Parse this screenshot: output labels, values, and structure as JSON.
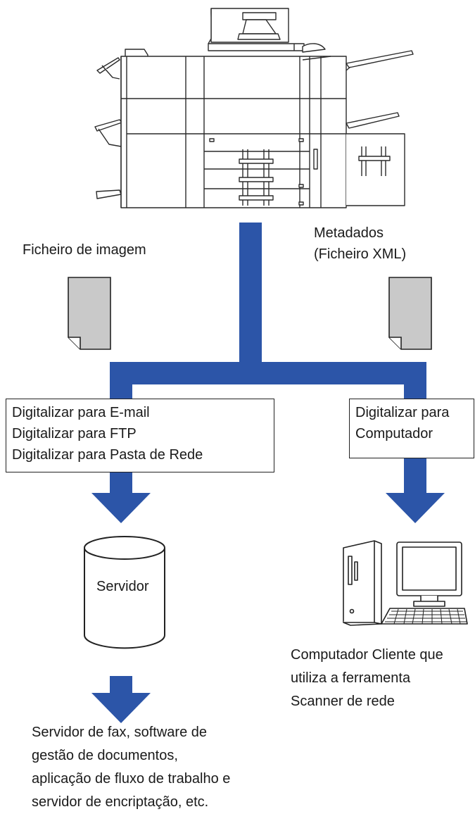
{
  "labels": {
    "image_file": "Ficheiro de imagem",
    "metadata_line1": "Metadados",
    "metadata_line2": "(Ficheiro XML)",
    "server": "Servidor"
  },
  "left_box": {
    "lines": [
      "Digitalizar para E-mail",
      "Digitalizar para FTP",
      "Digitalizar para Pasta de Rede"
    ]
  },
  "right_box": {
    "lines": [
      "Digitalizar para",
      "Computador"
    ]
  },
  "client_caption": {
    "lines": [
      "Computador Cliente que",
      "utiliza a ferramenta",
      "Scanner de rede"
    ]
  },
  "server_caption": {
    "lines": [
      "Servidor de fax, software de",
      "gestão de documentos,",
      "aplicação de fluxo de trabalho e",
      "servidor de encriptação, etc."
    ]
  },
  "colors": {
    "flow_blue": "#2c55a8",
    "document_gray": "#c9c9c9",
    "outline": "#222222"
  },
  "icons": [
    "printer-icon",
    "document-icon",
    "server-icon",
    "computer-icon",
    "arrow-down-icon"
  ]
}
